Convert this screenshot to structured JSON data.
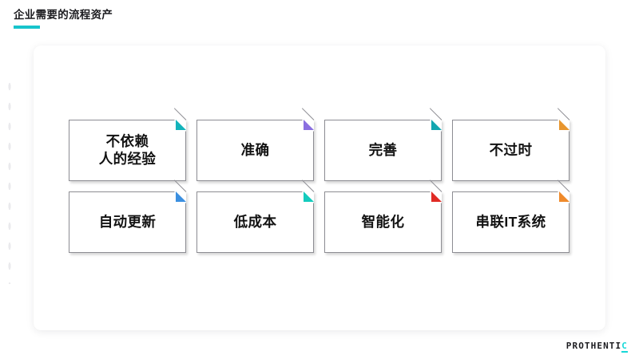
{
  "header": {
    "title": "企业需要的流程资产",
    "accent_color": "#17c4cc"
  },
  "cards": [
    {
      "label": "不依赖\n人的经验",
      "fold_color": "#13b3ba",
      "fold_name": "teal"
    },
    {
      "label": "准确",
      "fold_color": "#8a6fe0",
      "fold_name": "purple"
    },
    {
      "label": "完善",
      "fold_color": "#13a6b0",
      "fold_name": "teal"
    },
    {
      "label": "不过时",
      "fold_color": "#e8962e",
      "fold_name": "orange"
    },
    {
      "label": "自动更新",
      "fold_color": "#3b8fe0",
      "fold_name": "blue"
    },
    {
      "label": "低成本",
      "fold_color": "#14cbbd",
      "fold_name": "teal"
    },
    {
      "label": "智能化",
      "fold_color": "#e02b25",
      "fold_name": "red"
    },
    {
      "label": "串联IT系统",
      "fold_color": "#ef8a2b",
      "fold_name": "orange"
    }
  ],
  "brand": {
    "name_main": "PROTHENTI",
    "name_accent": "C",
    "accent_color": "#17d8d8"
  }
}
